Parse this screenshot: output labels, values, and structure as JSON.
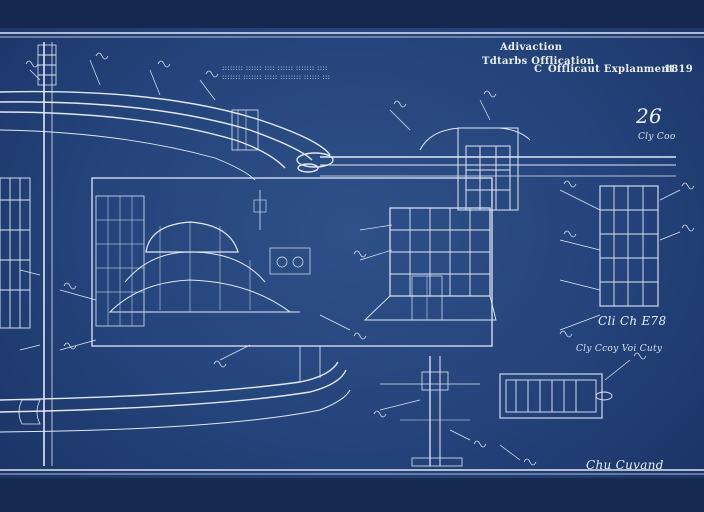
{
  "header": {
    "caption_top": "Adivaction",
    "caption_left_a": "Tdtarbs Offlication",
    "caption_center": "Offlicaut Explanment",
    "caption_number": "1819",
    "caption_mark": "C",
    "small_line_a": "::::::::  ::::::  :::: :::::: ::::::: ::::",
    "small_line_b": "::::::: ::::::: ::::: :::::::: :::::: :::"
  },
  "annotations": {
    "corner_number": "26",
    "corner_note": "Cly Coo",
    "right_label": "Cli Ch E78",
    "right_note": "Cly Ccoy Voi Cuty",
    "signature": "Chu Cuvand"
  },
  "colors": {
    "paper": "#24437a",
    "ink": "#e6eef9"
  }
}
